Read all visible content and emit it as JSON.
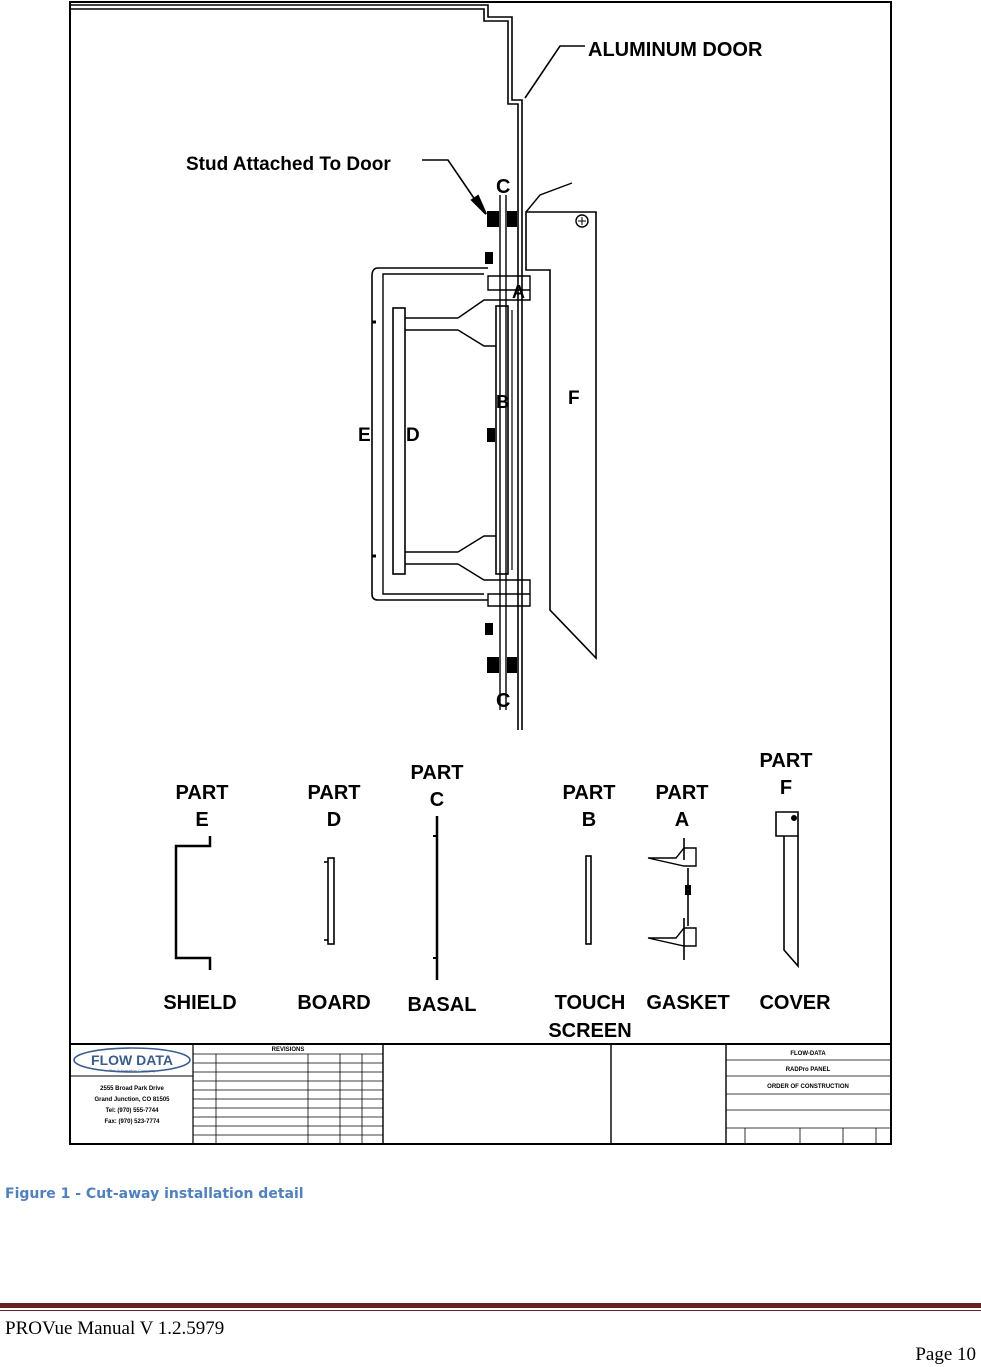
{
  "drawing": {
    "callouts": {
      "aluminum_door": "ALUMINUM DOOR",
      "stud": "Stud Attached To Door"
    },
    "letters": {
      "c_top": "C",
      "c_bottom": "C",
      "a": "A",
      "b": "B",
      "d": "D",
      "e": "E",
      "f": "F"
    },
    "parts": [
      {
        "part": "PART",
        "letter": "E",
        "name": "SHIELD",
        "name2": ""
      },
      {
        "part": "PART",
        "letter": "D",
        "name": "BOARD",
        "name2": ""
      },
      {
        "part": "PART",
        "letter": "C",
        "name": "BASAL",
        "name2": ""
      },
      {
        "part": "PART",
        "letter": "B",
        "name": "TOUCH",
        "name2": "SCREEN"
      },
      {
        "part": "PART",
        "letter": "A",
        "name": "GASKET",
        "name2": ""
      },
      {
        "part": "PART",
        "letter": "F",
        "name": "COVER",
        "name2": ""
      }
    ],
    "title_block": {
      "logo": "FLOW DATA",
      "logo_sub": "The Automation Company",
      "address": [
        "2555 Broad Park Drive",
        "Grand Junction, CO 81505",
        "Tel: (970) 555-7744",
        "Fax: (970) 523-7774"
      ],
      "revisions_title": "REVISIONS",
      "company": "FLOW-DATA",
      "product": "RADPro PANEL",
      "drawing_title": "ORDER OF CONSTRUCTION"
    }
  },
  "caption": "Figure 1 - Cut-away installation detail",
  "footer": {
    "manual": "PROVue Manual V 1.2.5979",
    "page": "Page 10"
  }
}
